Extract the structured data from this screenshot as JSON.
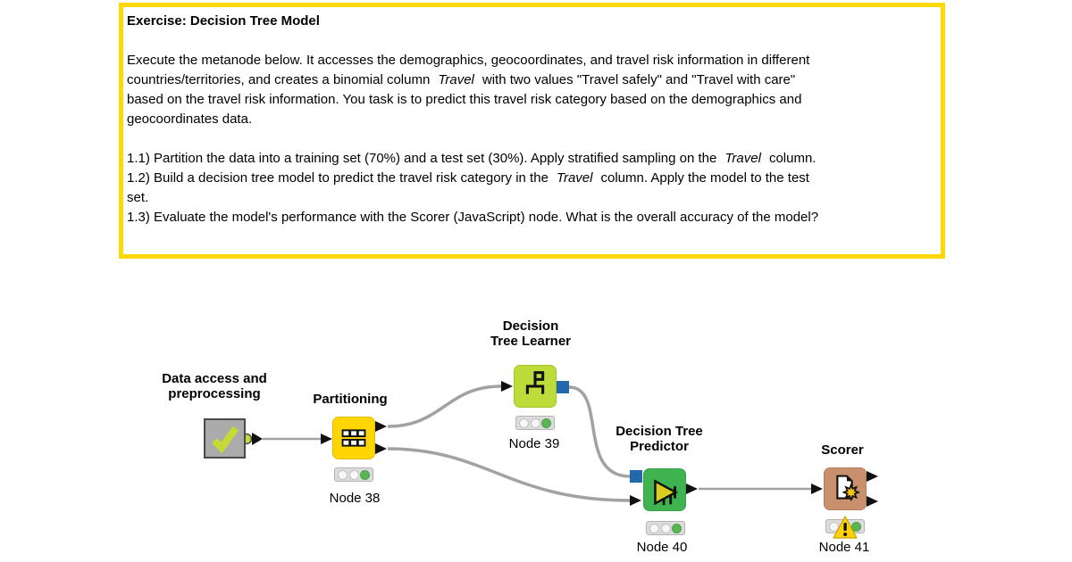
{
  "annotation": {
    "title": "Exercise: Decision Tree Model",
    "lines": [
      [],
      [
        {
          "t": "Execute the metanode below. It accesses the demographics, geocoordinates, and travel risk information in different"
        }
      ],
      [
        {
          "t": "countries/territories, and creates a binomial column"
        },
        {
          "t": "Travel",
          "i": true
        },
        {
          "t": "with two values \"Travel safely\" and \"Travel with care\""
        }
      ],
      [
        {
          "t": "based on the travel risk information. You task is to predict this travel risk category based on the demographics and"
        }
      ],
      [
        {
          "t": "geocoordinates data."
        }
      ],
      [],
      [
        {
          "t": "1.1) Partition the data into a training set (70%) and a test set (30%). Apply stratified sampling on the"
        },
        {
          "t": "Travel",
          "i": true
        },
        {
          "t": "column."
        }
      ],
      [
        {
          "t": "1.2) Build a decision tree model to predict the travel risk category in the"
        },
        {
          "t": "Travel",
          "i": true
        },
        {
          "t": "column. Apply the model to the test"
        }
      ],
      [
        {
          "t": "set."
        }
      ],
      [
        {
          "t": "1.3) Evaluate the model's performance with the Scorer (JavaScript) node. What is the overall accuracy of the model?"
        }
      ]
    ]
  },
  "workflow": {
    "nodes": [
      {
        "id": "metanode",
        "label": "Data access and\npreprocessing",
        "name": ""
      },
      {
        "id": "partitioning",
        "label": "Partitioning",
        "name": "Node 38"
      },
      {
        "id": "learner",
        "label": "Decision\nTree Learner",
        "name": "Node 39"
      },
      {
        "id": "predictor",
        "label": "Decision Tree\nPredictor",
        "name": "Node 40"
      },
      {
        "id": "scorer",
        "label": "Scorer",
        "name": "Node 41"
      }
    ],
    "colors": {
      "annotation_border": "#FFD805",
      "connection": "#A2A2A2",
      "metanode_gray": "#ABABAB",
      "metanode_check": "#C6DA35",
      "manipulator_yellow": "#FFD504",
      "learner_lime": "#BDDB39",
      "predictor_green": "#3FB34F",
      "scorer_tan": "#C9906E",
      "model_port_blue": "#2268AC",
      "data_port_black": "#111111",
      "status_green": "#5CB453",
      "warning_yellow": "#FFD20A"
    }
  }
}
